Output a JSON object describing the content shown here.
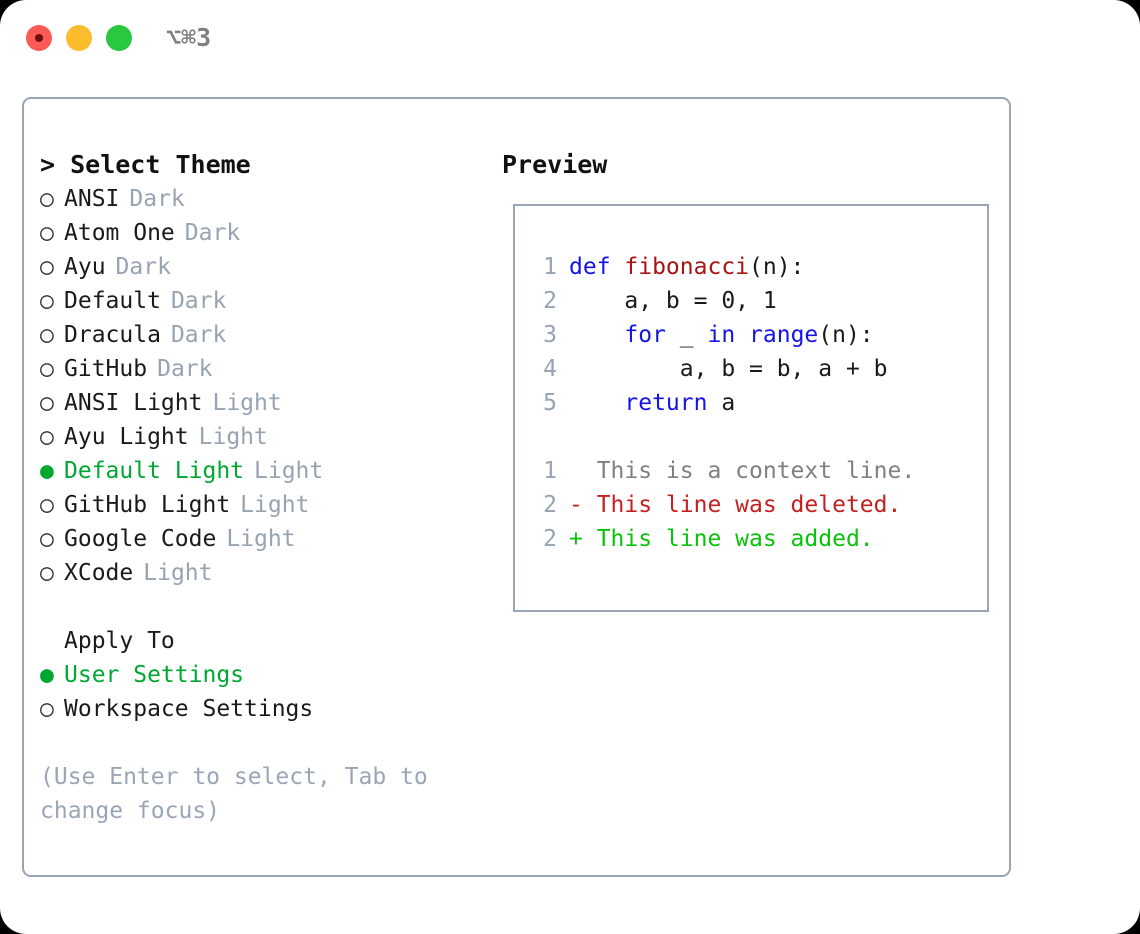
{
  "titlebar": {
    "dots": [
      {
        "name": "close",
        "color": "#fc5a55"
      },
      {
        "name": "minimize",
        "color": "#fbbd2e"
      },
      {
        "name": "zoom",
        "color": "#28c83f"
      }
    ],
    "shortcut": "⌥⌘3"
  },
  "theme_picker": {
    "header": "> Select Theme",
    "items": [
      {
        "bullet": "○",
        "label": "ANSI",
        "tag": "Dark",
        "selected": false
      },
      {
        "bullet": "○",
        "label": "Atom One",
        "tag": "Dark",
        "selected": false
      },
      {
        "bullet": "○",
        "label": "Ayu",
        "tag": "Dark",
        "selected": false
      },
      {
        "bullet": "○",
        "label": "Default",
        "tag": "Dark",
        "selected": false
      },
      {
        "bullet": "○",
        "label": "Dracula",
        "tag": "Dark",
        "selected": false
      },
      {
        "bullet": "○",
        "label": "GitHub",
        "tag": "Dark",
        "selected": false
      },
      {
        "bullet": "○",
        "label": "ANSI Light",
        "tag": "Light",
        "selected": false
      },
      {
        "bullet": "○",
        "label": "Ayu Light",
        "tag": "Light",
        "selected": false
      },
      {
        "bullet": "●",
        "label": "Default Light",
        "tag": "Light",
        "selected": true
      },
      {
        "bullet": "○",
        "label": "GitHub Light",
        "tag": "Light",
        "selected": false
      },
      {
        "bullet": "○",
        "label": "Google Code",
        "tag": "Light",
        "selected": false
      },
      {
        "bullet": "○",
        "label": "XCode",
        "tag": "Light",
        "selected": false
      }
    ]
  },
  "apply_to": {
    "header": "Apply To",
    "items": [
      {
        "bullet": "●",
        "label": "User Settings",
        "selected": true
      },
      {
        "bullet": "○",
        "label": "Workspace Settings",
        "selected": false
      }
    ]
  },
  "hint": "(Use Enter to select, Tab to change focus)",
  "preview": {
    "header": "Preview",
    "code_lines": [
      {
        "no": "1",
        "tokens": [
          {
            "t": "def ",
            "c": "kw"
          },
          {
            "t": "fibonacci",
            "c": "fn"
          },
          {
            "t": "(n):",
            "c": "pl"
          }
        ]
      },
      {
        "no": "2",
        "tokens": [
          {
            "t": "    a, b = 0, 1",
            "c": "pl"
          }
        ]
      },
      {
        "no": "3",
        "tokens": [
          {
            "t": "    ",
            "c": "pl"
          },
          {
            "t": "for",
            "c": "kw"
          },
          {
            "t": " _ ",
            "c": "pl"
          },
          {
            "t": "in range",
            "c": "kw"
          },
          {
            "t": "(n):",
            "c": "pl"
          }
        ]
      },
      {
        "no": "4",
        "tokens": [
          {
            "t": "        a, b = b, a + b",
            "c": "pl"
          }
        ]
      },
      {
        "no": "5",
        "tokens": [
          {
            "t": "    ",
            "c": "pl"
          },
          {
            "t": "return",
            "c": "kw"
          },
          {
            "t": " a",
            "c": "pl"
          }
        ]
      }
    ],
    "diff_lines": [
      {
        "no": "1",
        "text": "  This is a context line.",
        "kind": "ctx"
      },
      {
        "no": "2",
        "text": "- This line was deleted.",
        "kind": "del"
      },
      {
        "no": "2",
        "text": "+ This line was added.",
        "kind": "add"
      }
    ]
  },
  "colors": {
    "accent_green": "#00a832",
    "diff_add_green": "#0ac20a",
    "diff_del_red": "#c42020",
    "keyword_blue": "#1414e6",
    "function_red": "#a81414",
    "muted_gray": "#97a3b3",
    "border": "#9aa6b6"
  }
}
